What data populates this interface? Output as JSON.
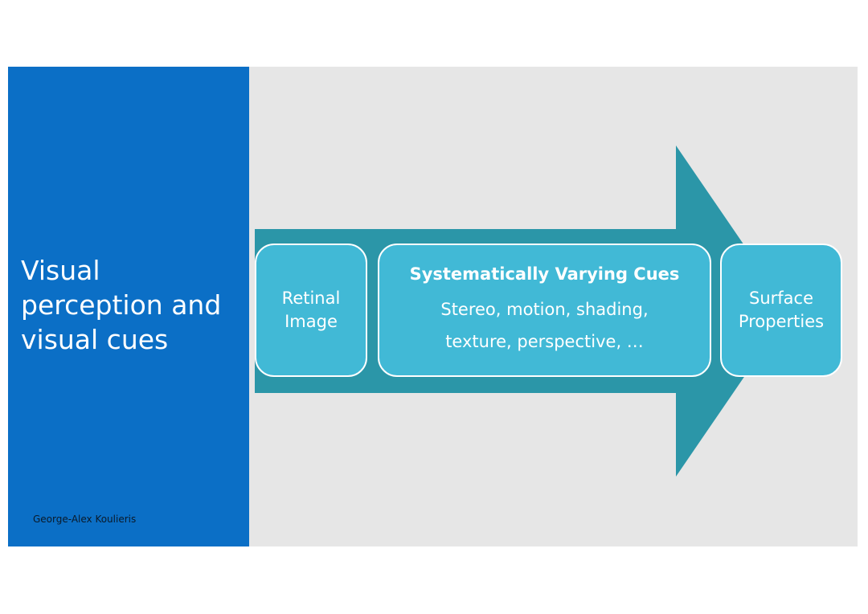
{
  "slide": {
    "title": "Visual\nperception and\nvisual cues",
    "author": "George-Alex Koulieris"
  },
  "diagram": {
    "arrow_color": "#2b96a8",
    "box_color": "#41b9d6",
    "panel_color": "#0b6fc6",
    "boxes": [
      {
        "label": "Retinal\nImage"
      },
      {
        "heading": "Systematically Varying Cues",
        "lines": [
          "Stereo, motion, shading,",
          "texture, perspective, …"
        ]
      },
      {
        "label": "Surface\nProperties"
      }
    ]
  }
}
